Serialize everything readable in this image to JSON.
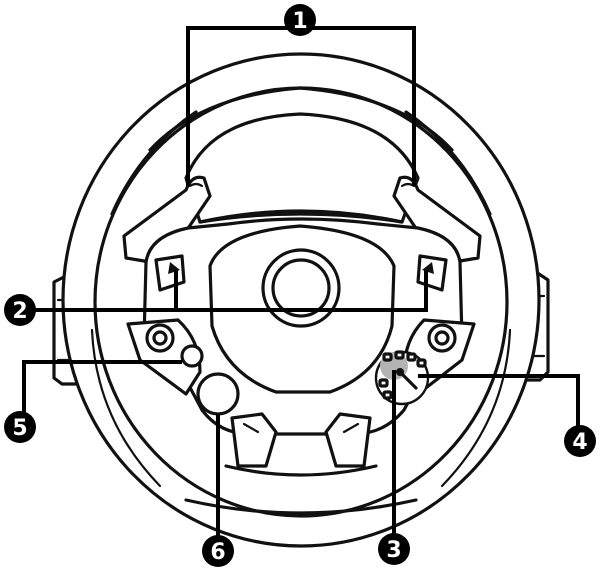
{
  "diagram": {
    "callouts": [
      {
        "id": "c1",
        "number": "1"
      },
      {
        "id": "c2",
        "number": "2"
      },
      {
        "id": "c3",
        "number": "3"
      },
      {
        "id": "c4",
        "number": "4"
      },
      {
        "id": "c5",
        "number": "5"
      },
      {
        "id": "c6",
        "number": "6"
      }
    ],
    "colors": {
      "line": "#111111",
      "callout_fill": "#000000",
      "callout_text": "#ffffff",
      "background": "#ffffff",
      "selector_highlight": "#b3b3b3"
    }
  }
}
